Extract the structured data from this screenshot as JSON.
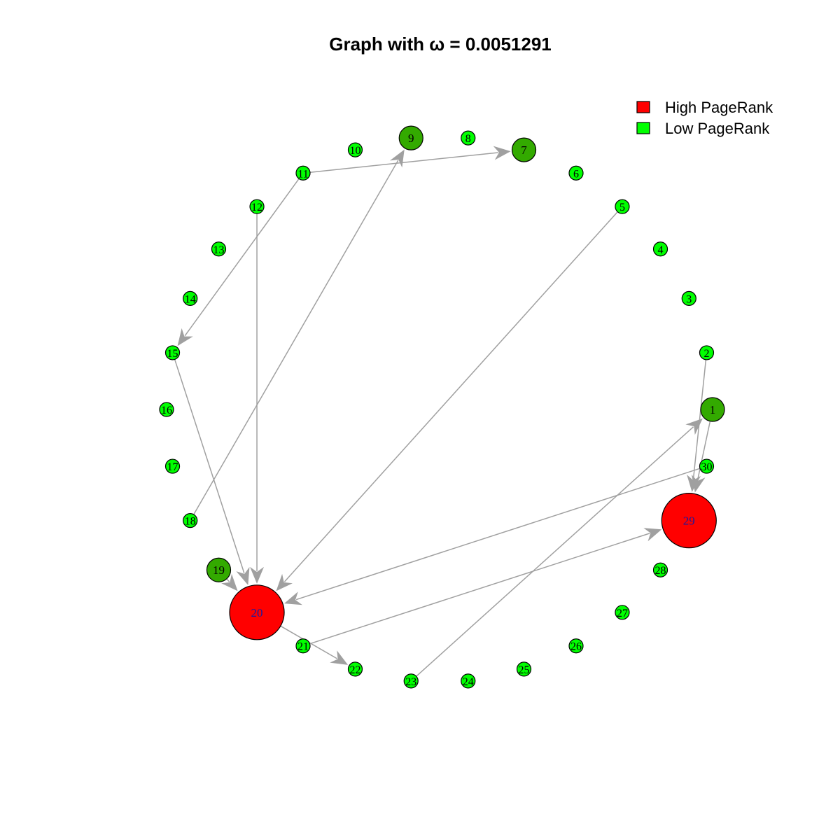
{
  "title": "Graph with ω = 0.0051291",
  "colors": {
    "high": "#ff0000",
    "low": "#00ff00",
    "mid": "#33aa00",
    "edge": "#a0a0a0",
    "big_label": "#1a1aa0"
  },
  "legend": [
    {
      "label": "High PageRank",
      "color": "#ff0000"
    },
    {
      "label": "Low PageRank",
      "color": "#00ff00"
    }
  ],
  "nodes": [
    {
      "id": "1",
      "color": "#33aa00",
      "size": "medium"
    },
    {
      "id": "2",
      "color": "#00ff00",
      "size": "small"
    },
    {
      "id": "3",
      "color": "#00ff00",
      "size": "small"
    },
    {
      "id": "4",
      "color": "#00ff00",
      "size": "small"
    },
    {
      "id": "5",
      "color": "#00ff00",
      "size": "small"
    },
    {
      "id": "6",
      "color": "#00ff00",
      "size": "small"
    },
    {
      "id": "7",
      "color": "#33aa00",
      "size": "medium"
    },
    {
      "id": "8",
      "color": "#00ff00",
      "size": "small"
    },
    {
      "id": "9",
      "color": "#33aa00",
      "size": "medium"
    },
    {
      "id": "10",
      "color": "#00ff00",
      "size": "small"
    },
    {
      "id": "11",
      "color": "#00ff00",
      "size": "small"
    },
    {
      "id": "12",
      "color": "#00ff00",
      "size": "small"
    },
    {
      "id": "13",
      "color": "#00ff00",
      "size": "small"
    },
    {
      "id": "14",
      "color": "#00ff00",
      "size": "small"
    },
    {
      "id": "15",
      "color": "#00ff00",
      "size": "small"
    },
    {
      "id": "16",
      "color": "#00ff00",
      "size": "small"
    },
    {
      "id": "17",
      "color": "#00ff00",
      "size": "small"
    },
    {
      "id": "18",
      "color": "#00ff00",
      "size": "small"
    },
    {
      "id": "19",
      "color": "#33aa00",
      "size": "medium"
    },
    {
      "id": "20",
      "color": "#ff0000",
      "size": "large"
    },
    {
      "id": "21",
      "color": "#00ff00",
      "size": "small"
    },
    {
      "id": "22",
      "color": "#00ff00",
      "size": "small"
    },
    {
      "id": "23",
      "color": "#00ff00",
      "size": "small"
    },
    {
      "id": "24",
      "color": "#00ff00",
      "size": "small"
    },
    {
      "id": "25",
      "color": "#00ff00",
      "size": "small"
    },
    {
      "id": "26",
      "color": "#00ff00",
      "size": "small"
    },
    {
      "id": "27",
      "color": "#00ff00",
      "size": "small"
    },
    {
      "id": "28",
      "color": "#00ff00",
      "size": "small"
    },
    {
      "id": "29",
      "color": "#ff0000",
      "size": "large"
    },
    {
      "id": "30",
      "color": "#00ff00",
      "size": "small"
    }
  ],
  "edges": [
    {
      "from": "11",
      "to": "7"
    },
    {
      "from": "11",
      "to": "15"
    },
    {
      "from": "18",
      "to": "9"
    },
    {
      "from": "12",
      "to": "20"
    },
    {
      "from": "15",
      "to": "20"
    },
    {
      "from": "19",
      "to": "20"
    },
    {
      "from": "5",
      "to": "20"
    },
    {
      "from": "30",
      "to": "20"
    },
    {
      "from": "20",
      "to": "22"
    },
    {
      "from": "21",
      "to": "29"
    },
    {
      "from": "23",
      "to": "1"
    },
    {
      "from": "2",
      "to": "29"
    },
    {
      "from": "1",
      "to": "29"
    }
  ]
}
